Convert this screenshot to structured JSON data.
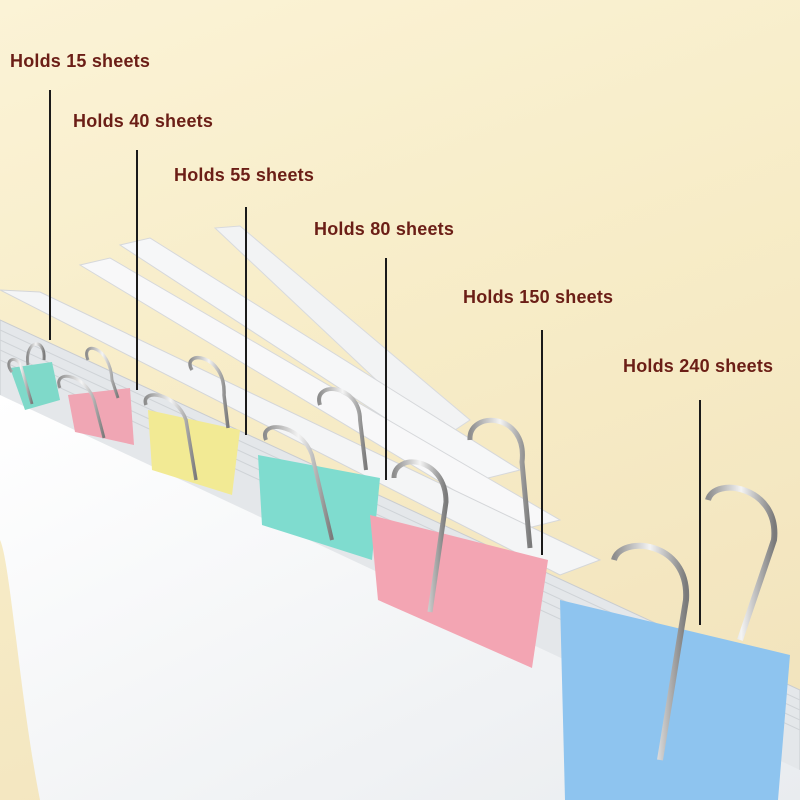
{
  "labels": [
    {
      "text": "Holds 15 sheets"
    },
    {
      "text": "Holds 40 sheets"
    },
    {
      "text": "Holds 55 sheets"
    },
    {
      "text": "Holds 80 sheets"
    },
    {
      "text": "Holds 150 sheets"
    },
    {
      "text": "Holds 240 sheets"
    }
  ],
  "clip_colors": [
    "#7fd9c9",
    "#f0a6b4",
    "#f2ea94",
    "#7fdccf",
    "#f3a5b3",
    "#8ec4ef"
  ]
}
